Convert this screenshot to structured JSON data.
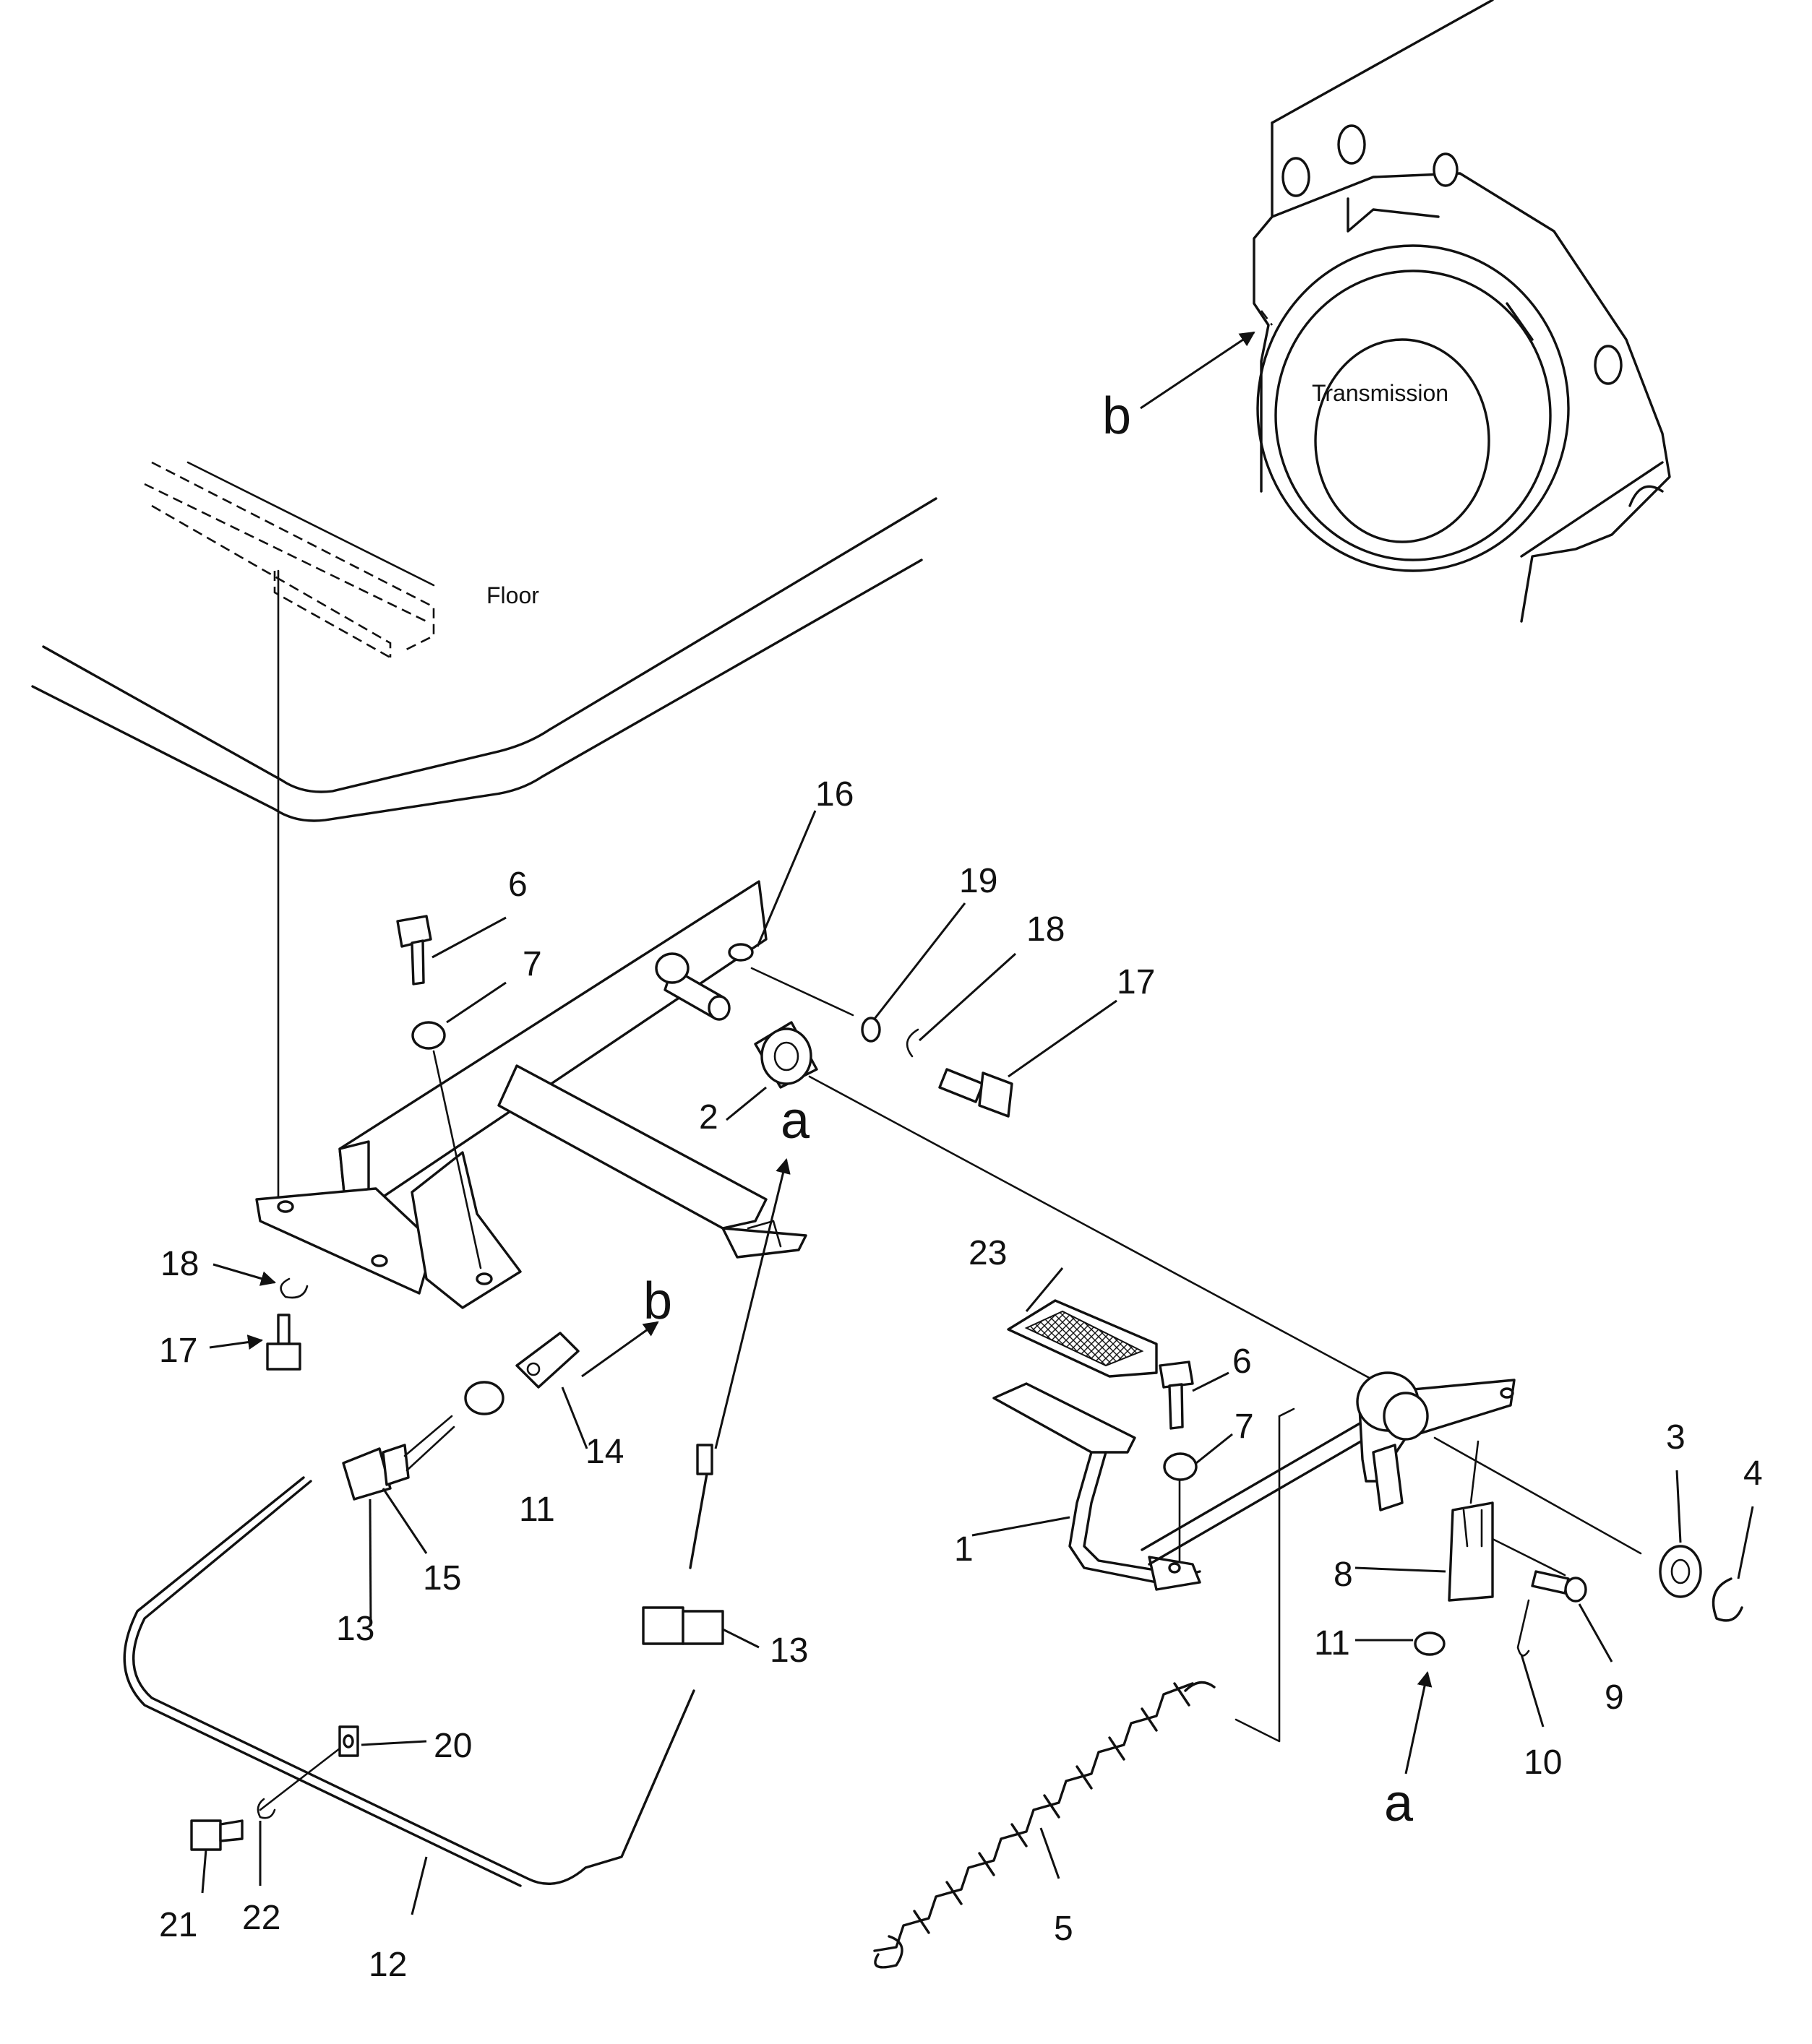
{
  "labels": {
    "floor": "Floor",
    "transmission": "Transmission"
  },
  "refs": {
    "a": "a",
    "b": "b"
  },
  "callouts": {
    "p1": "1",
    "p2": "2",
    "p3": "3",
    "p4": "4",
    "p5": "5",
    "p6": "6",
    "p7": "7",
    "p8": "8",
    "p9": "9",
    "p10": "10",
    "p11": "11",
    "p12": "12",
    "p13": "13",
    "p14": "14",
    "p15": "15",
    "p16": "16",
    "p17": "17",
    "p18": "18",
    "p19": "19",
    "p20": "20",
    "p21": "21",
    "p22": "22",
    "p23": "23"
  }
}
